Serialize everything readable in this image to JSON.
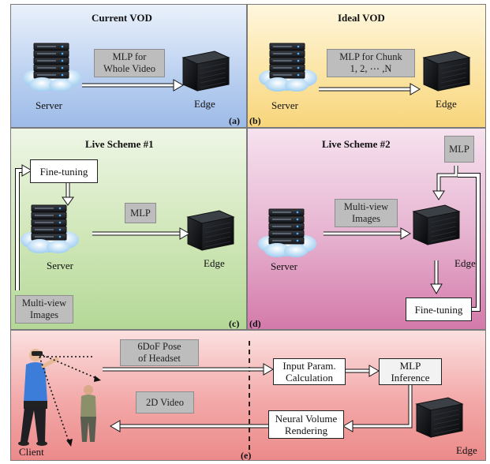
{
  "panels": {
    "a": {
      "title": "Current VOD",
      "tag": "(a)",
      "box": "MLP for\nWhole Video",
      "server": "Server",
      "edge": "Edge"
    },
    "b": {
      "title": "Ideal VOD",
      "tag": "(b)",
      "box": "MLP for Chunk\n1, 2, ⋯ ,N",
      "server": "Server",
      "edge": "Edge"
    },
    "c": {
      "title": "Live Scheme #1",
      "tag": "(c)",
      "finetune": "Fine-tuning",
      "mlp": "MLP",
      "server": "Server",
      "edge": "Edge",
      "multiview": "Multi-view\nImages"
    },
    "d": {
      "title": "Live Scheme #2",
      "tag": "(d)",
      "mlp": "MLP",
      "multiview": "Multi-view\nImages",
      "server": "Server",
      "edge": "Edge",
      "finetune": "Fine-tuning"
    },
    "e": {
      "tag": "(e)",
      "pose": "6DoF Pose\nof Headset",
      "video": "2D Video",
      "input_calc": "Input Param.\nCalculation",
      "mlp_inf": "MLP\nInference",
      "render": "Neural Volume\nRendering",
      "client": "Client",
      "edge": "Edge"
    }
  },
  "colors": {
    "panel_a": "#b9cff0",
    "panel_b": "#fbe3a0",
    "panel_c": "#cfe6b7",
    "panel_d": "#e7b6d2",
    "panel_e": "#f3a8a8",
    "gray_box": "#bdbdbd"
  },
  "icons": [
    "server-rack-icon",
    "cloud-icon",
    "edge-server-icon",
    "vr-user-icon",
    "avatar-figure-icon"
  ]
}
